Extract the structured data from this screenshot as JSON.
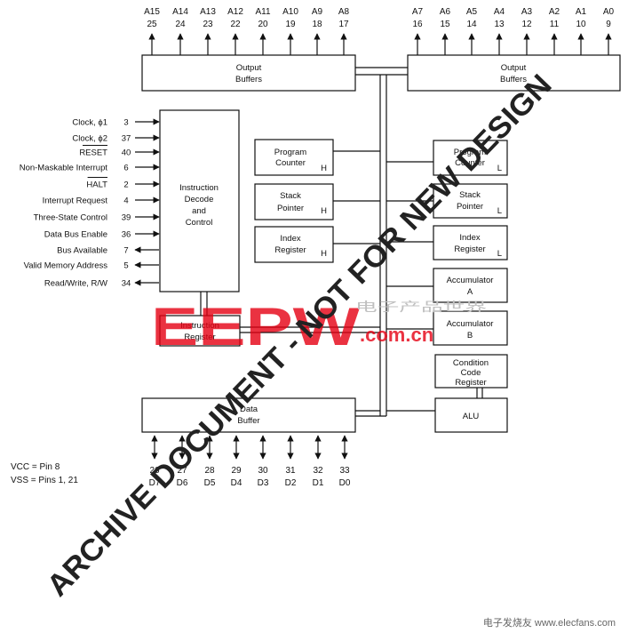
{
  "address_pins": [
    {
      "name": "A15",
      "pin": "25"
    },
    {
      "name": "A14",
      "pin": "24"
    },
    {
      "name": "A13",
      "pin": "23"
    },
    {
      "name": "A12",
      "pin": "22"
    },
    {
      "name": "A11",
      "pin": "20"
    },
    {
      "name": "A10",
      "pin": "19"
    },
    {
      "name": "A9",
      "pin": "18"
    },
    {
      "name": "A8",
      "pin": "17"
    },
    {
      "name": "A7",
      "pin": "16"
    },
    {
      "name": "A6",
      "pin": "15"
    },
    {
      "name": "A5",
      "pin": "14"
    },
    {
      "name": "A4",
      "pin": "13"
    },
    {
      "name": "A3",
      "pin": "12"
    },
    {
      "name": "A2",
      "pin": "11"
    },
    {
      "name": "A1",
      "pin": "10"
    },
    {
      "name": "A0",
      "pin": "9"
    }
  ],
  "data_pins": [
    {
      "pin": "26",
      "name": "D7"
    },
    {
      "pin": "27",
      "name": "D6"
    },
    {
      "pin": "28",
      "name": "D5"
    },
    {
      "pin": "29",
      "name": "D4"
    },
    {
      "pin": "30",
      "name": "D3"
    },
    {
      "pin": "31",
      "name": "D2"
    },
    {
      "pin": "32",
      "name": "D1"
    },
    {
      "pin": "33",
      "name": "D0"
    }
  ],
  "control_signals": [
    {
      "label": "Clock, ϕ1",
      "pin": "3",
      "direction": "in"
    },
    {
      "label": "Clock, ϕ2",
      "pin": "37",
      "direction": "in"
    },
    {
      "label": "RESET",
      "pin": "40",
      "direction": "in",
      "overbar": true
    },
    {
      "label": "Non-Maskable Interrupt",
      "pin": "6",
      "direction": "in"
    },
    {
      "label": "HALT",
      "pin": "2",
      "direction": "in",
      "overbar": true
    },
    {
      "label": "Interrupt Request",
      "pin": "4",
      "direction": "in"
    },
    {
      "label": "Three-State Control",
      "pin": "39",
      "direction": "in"
    },
    {
      "label": "Data Bus Enable",
      "pin": "36",
      "direction": "in"
    },
    {
      "label": "Bus Available",
      "pin": "7",
      "direction": "out"
    },
    {
      "label": "Valid Memory Address",
      "pin": "5",
      "direction": "out"
    },
    {
      "label": "Read/Write, R/W",
      "pin": "34",
      "direction": "out"
    }
  ],
  "blocks": {
    "output_buffers_high": [
      "Output",
      "Buffers"
    ],
    "output_buffers_low": [
      "Output",
      "Buffers"
    ],
    "decode": [
      "Instruction",
      "Decode",
      "and",
      "Control"
    ],
    "instruction_register": [
      "Instruction",
      "Register"
    ],
    "pc_h": [
      "Program",
      "Counter"
    ],
    "sp_h": [
      "Stack",
      "Pointer"
    ],
    "ix_h": [
      "Index",
      "Register"
    ],
    "pc_l": [
      "Program",
      "Counter"
    ],
    "sp_l": [
      "Stack",
      "Pointer"
    ],
    "ix_l": [
      "Index",
      "Register"
    ],
    "acc_a": [
      "Accumulator",
      "A"
    ],
    "acc_b": [
      "Accumulator",
      "B"
    ],
    "ccr": [
      "Condition",
      "Code",
      "Register"
    ],
    "alu": [
      "ALU"
    ],
    "data_buffer": [
      "Data",
      "Buffer"
    ],
    "suffix_h": "H",
    "suffix_l": "L"
  },
  "power": {
    "vcc": "VCC = Pin 8",
    "vss": "VSS = Pins 1, 21"
  },
  "watermark": "ARCHIVE DOCUMENT - NOT FOR NEW DESIGN",
  "logo": {
    "brand": "EEPW",
    "domain": ".com.cn",
    "chinese": "电子产品世界"
  },
  "credit": "电子发烧友 www.elecfans.com",
  "colors": {
    "logo": "#e60012",
    "ink": "#111111"
  }
}
